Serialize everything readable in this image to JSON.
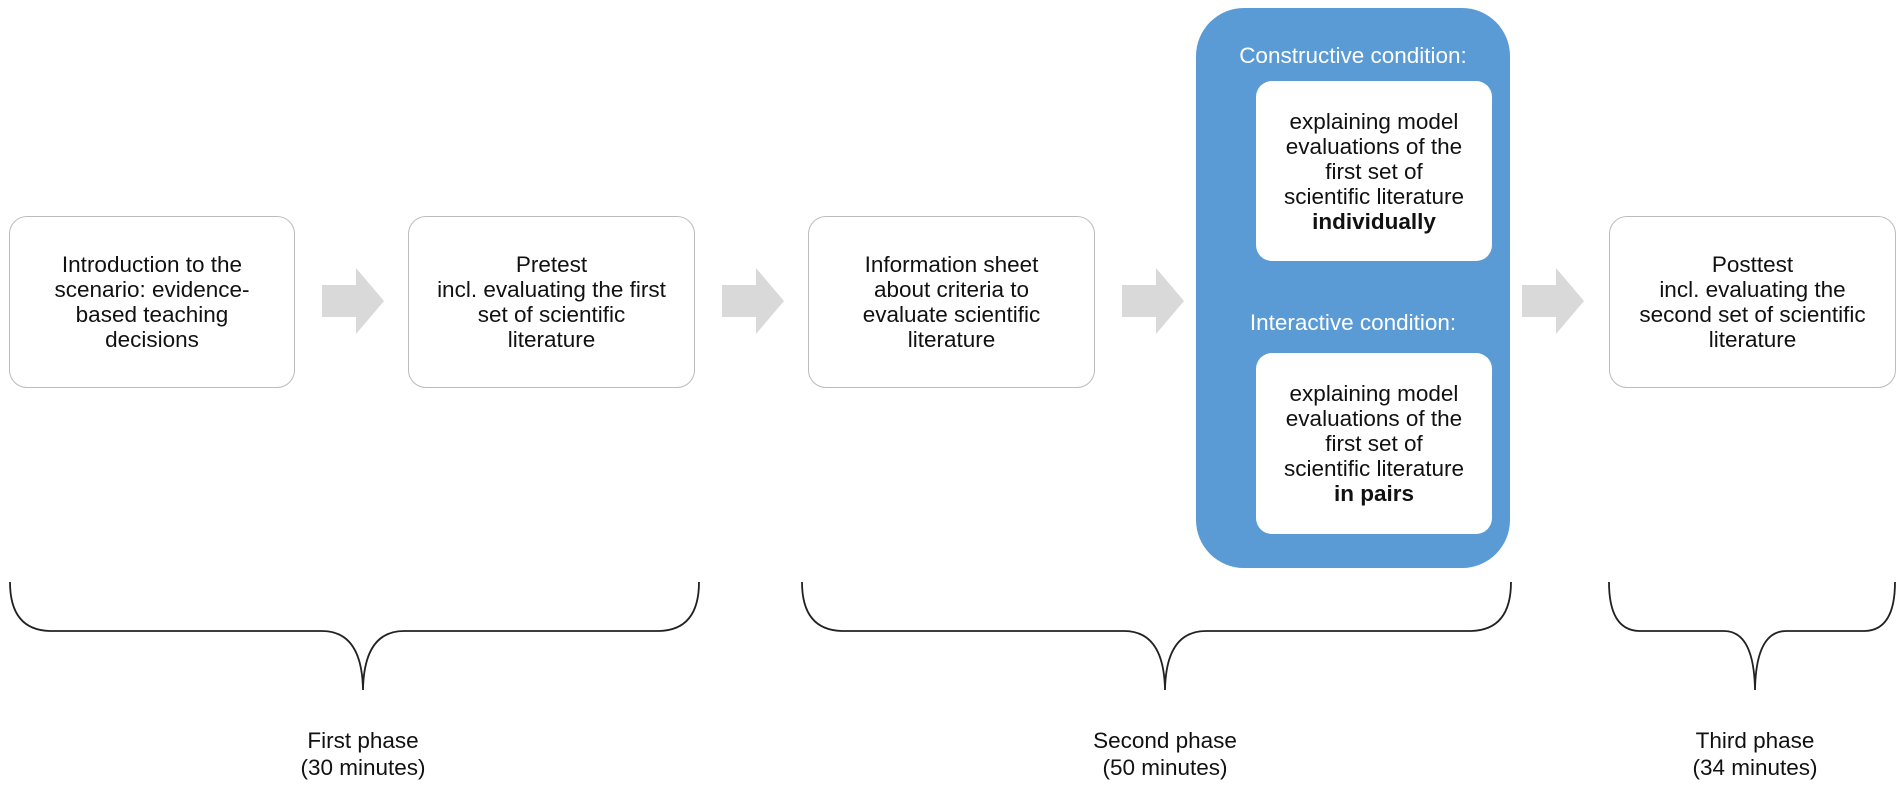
{
  "steps": [
    {
      "lines": [
        "Introduction  to the",
        "scenario: evidence-",
        "based teaching",
        "decisions"
      ]
    },
    {
      "lines": [
        "Pretest",
        "incl. evaluating the first",
        "set of scientific",
        "literature"
      ]
    },
    {
      "lines": [
        "Information sheet",
        "about criteria to",
        "evaluate scientific",
        "literature"
      ]
    },
    {
      "lines": [
        "Posttest",
        "incl. evaluating the",
        "second set of scientific",
        "literature"
      ]
    }
  ],
  "conditions": [
    {
      "label": "Constructive condition:",
      "lines": [
        "explaining model",
        "evaluations of the",
        "first set of",
        "scientific literature"
      ],
      "emphasis": "individually"
    },
    {
      "label": "Interactive condition:",
      "lines": [
        "explaining model",
        "evaluations of the",
        "first set of",
        "scientific literature"
      ],
      "emphasis": "in pairs"
    }
  ],
  "phases": [
    {
      "name": "First phase",
      "duration": "(30 minutes)"
    },
    {
      "name": "Second phase",
      "duration": "(50 minutes)"
    },
    {
      "name": "Third phase",
      "duration": "(34 minutes)"
    }
  ],
  "colors": {
    "condition_panel": "#5b9bd5",
    "arrow": "#d9d9d9",
    "box_border": "#bcbcbc",
    "brace": "#222222"
  }
}
